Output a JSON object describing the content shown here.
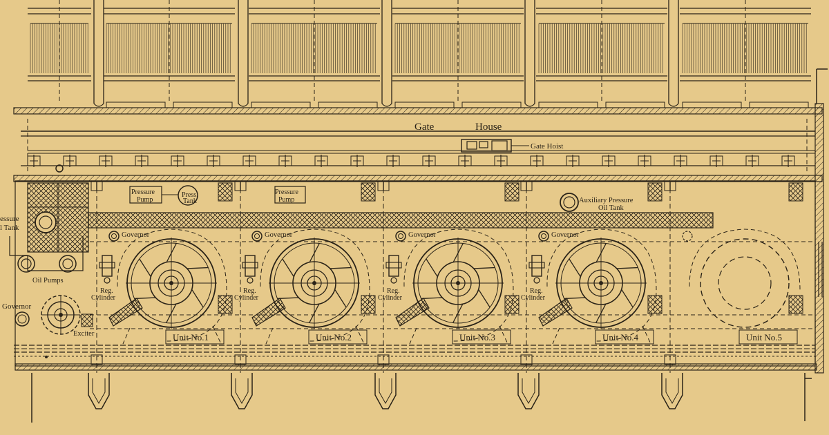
{
  "colors": {
    "paper": "#e6c98a",
    "ink": "#2a2318"
  },
  "labels": {
    "gate": "Gate",
    "house": "House",
    "gate_hoist": "Gate Hoist",
    "pressure_pump_1": "Pressure",
    "pressure_pump_2": "Pump",
    "press_tank_1": "Press.",
    "press_tank_2": "Tank",
    "aux_tank_1": "Auxiliary Pressure",
    "aux_tank_2": "Oil Tank",
    "left_tank_1": "essure",
    "left_tank_2": "l Tank",
    "oil_pumps": "Oil Pumps",
    "governor": "Governor",
    "exciter": "Exciter",
    "reg_1": "Reg.",
    "reg_2": "Cylinder"
  },
  "units": [
    {
      "label": "Unit No.1"
    },
    {
      "label": "Unit No.2"
    },
    {
      "label": "Unit No.3"
    },
    {
      "label": "Unit No.4"
    },
    {
      "label": "Unit No.5"
    }
  ]
}
